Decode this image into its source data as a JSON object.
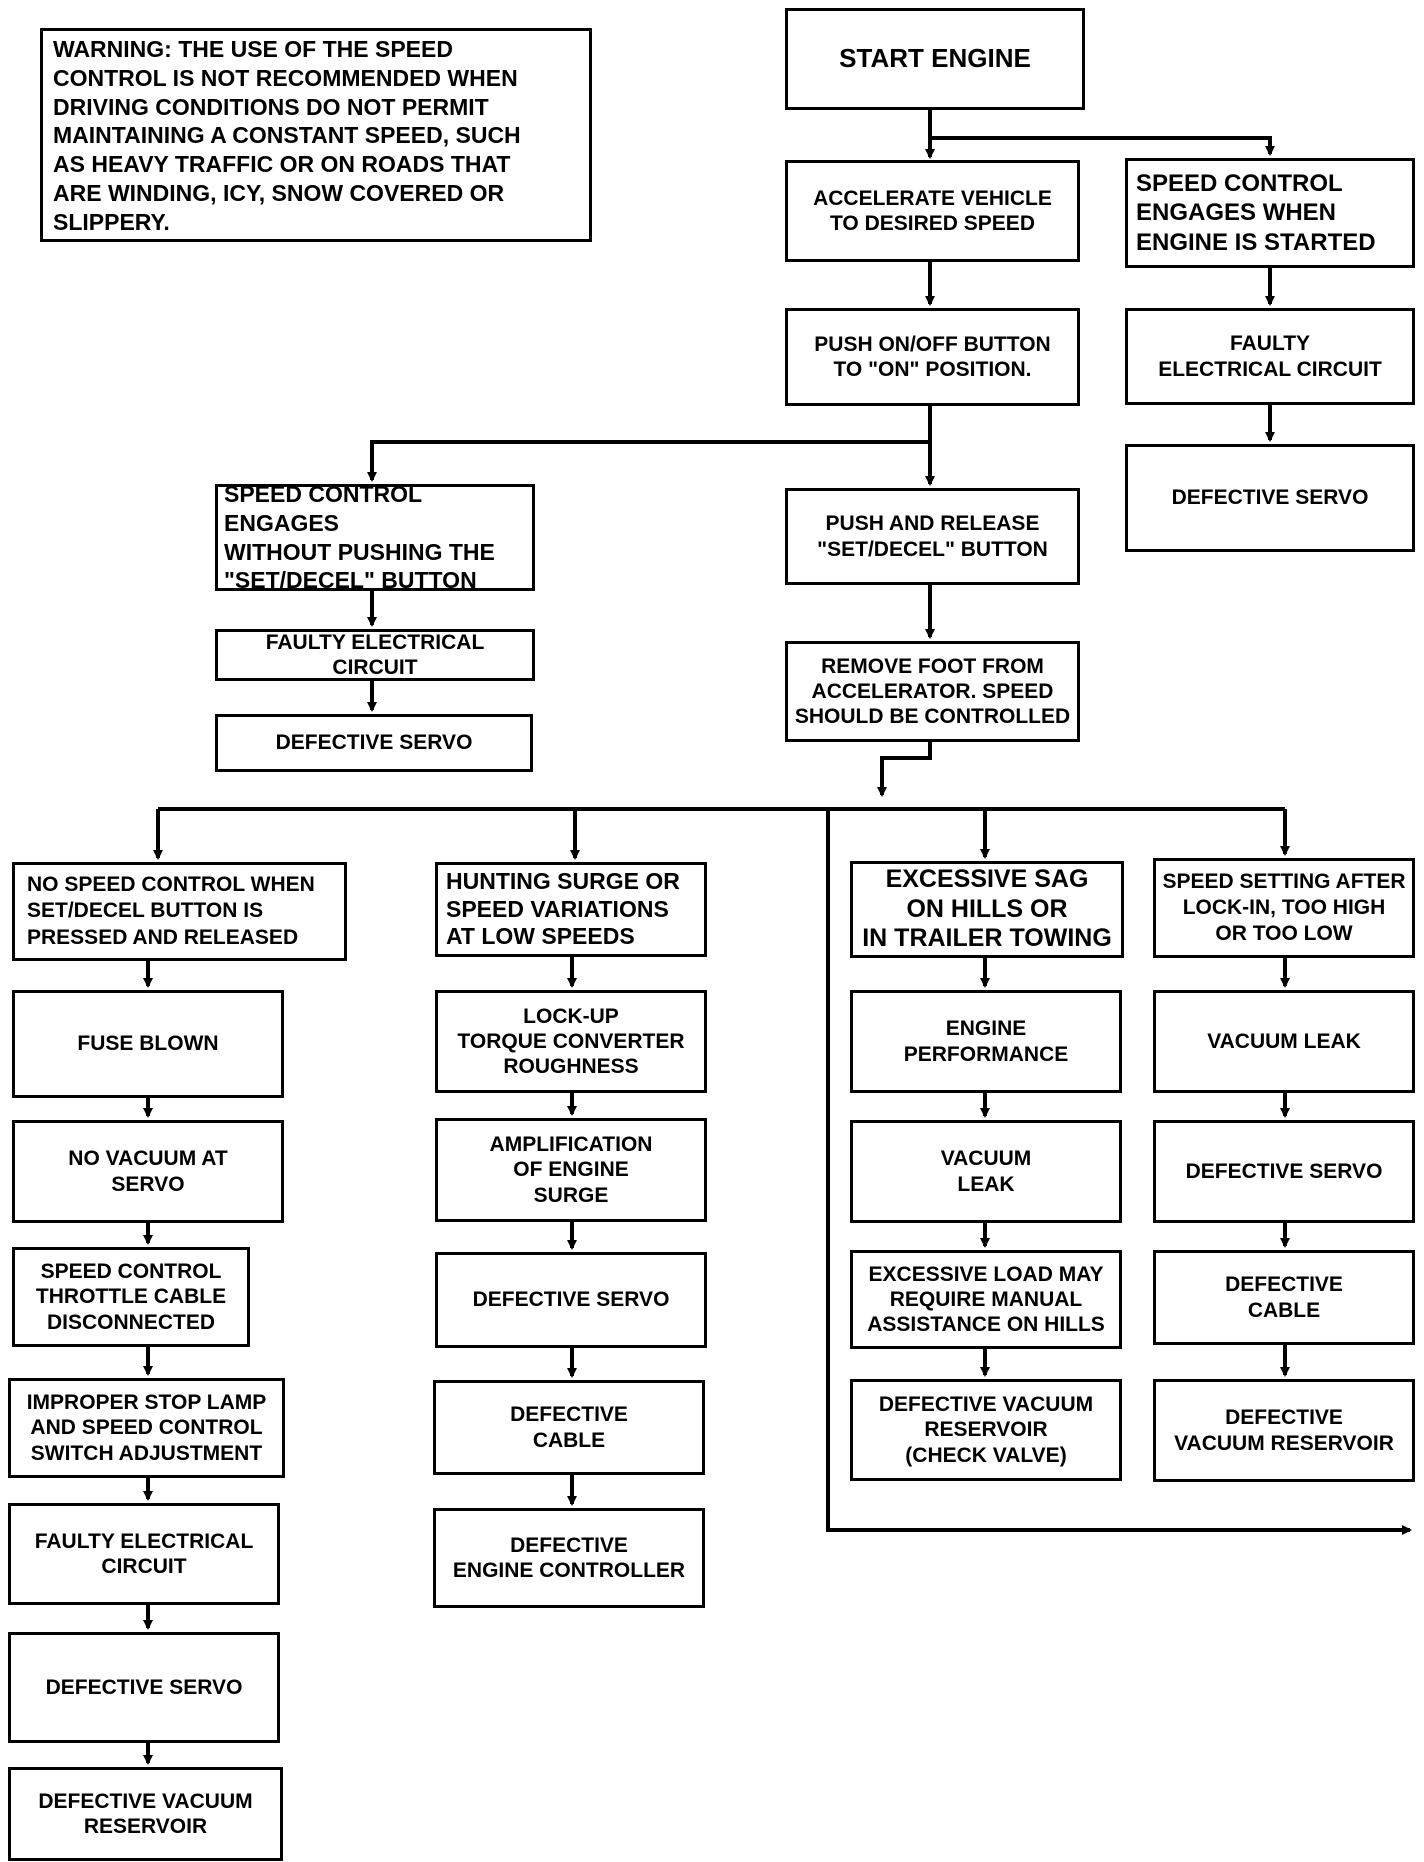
{
  "warning": "WARNING: THE USE OF THE SPEED\nCONTROL IS NOT RECOMMENDED WHEN\nDRIVING CONDITIONS DO NOT PERMIT\nMAINTAINING A CONSTANT SPEED, SUCH\nAS HEAVY TRAFFIC OR ON ROADS THAT\nARE WINDING, ICY, SNOW COVERED OR\nSLIPPERY.",
  "main": {
    "start": "START ENGINE",
    "accelerate": "ACCELERATE VEHICLE\nTO DESIRED SPEED",
    "push_on": "PUSH ON/OFF BUTTON\nTO \"ON\" POSITION.",
    "push_set": "PUSH AND RELEASE\n\"SET/DECEL\" BUTTON",
    "remove_foot": "REMOVE FOOT FROM\nACCELERATOR. SPEED\nSHOULD BE CONTROLLED"
  },
  "engages_start": {
    "title": "SPEED CONTROL\nENGAGES WHEN\nENGINE IS STARTED",
    "causes": [
      "FAULTY\nELECTRICAL CIRCUIT",
      "DEFECTIVE SERVO"
    ]
  },
  "engages_without": {
    "title": "SPEED CONTROL ENGAGES\nWITHOUT PUSHING THE\n\"SET/DECEL\" BUTTON",
    "causes": [
      "FAULTY ELECTRICAL CIRCUIT",
      "DEFECTIVE SERVO"
    ]
  },
  "columns": [
    {
      "title": "NO SPEED CONTROL WHEN\nSET/DECEL BUTTON IS\nPRESSED AND RELEASED",
      "causes": [
        "FUSE BLOWN",
        "NO VACUUM AT\nSERVO",
        "SPEED CONTROL\nTHROTTLE CABLE\nDISCONNECTED",
        "IMPROPER STOP LAMP\nAND SPEED CONTROL\nSWITCH ADJUSTMENT",
        "FAULTY ELECTRICAL\nCIRCUIT",
        "DEFECTIVE SERVO",
        "DEFECTIVE VACUUM\nRESERVOIR"
      ]
    },
    {
      "title": "HUNTING SURGE OR\nSPEED VARIATIONS\nAT LOW SPEEDS",
      "causes": [
        "LOCK-UP\nTORQUE CONVERTER\nROUGHNESS",
        "AMPLIFICATION\nOF ENGINE\nSURGE",
        "DEFECTIVE SERVO",
        "DEFECTIVE\nCABLE",
        "DEFECTIVE\nENGINE CONTROLLER"
      ]
    },
    {
      "title": "EXCESSIVE SAG\nON HILLS OR\nIN TRAILER TOWING",
      "causes": [
        "ENGINE\nPERFORMANCE",
        "VACUUM\nLEAK",
        "EXCESSIVE LOAD MAY\nREQUIRE MANUAL\nASSISTANCE ON HILLS",
        "DEFECTIVE VACUUM\nRESERVOIR\n(CHECK VALVE)"
      ]
    },
    {
      "title": "SPEED SETTING AFTER\nLOCK-IN, TOO HIGH\nOR TOO LOW",
      "causes": [
        "VACUUM LEAK",
        "DEFECTIVE SERVO",
        "DEFECTIVE\nCABLE",
        "DEFECTIVE\nVACUUM RESERVOIR"
      ]
    }
  ]
}
